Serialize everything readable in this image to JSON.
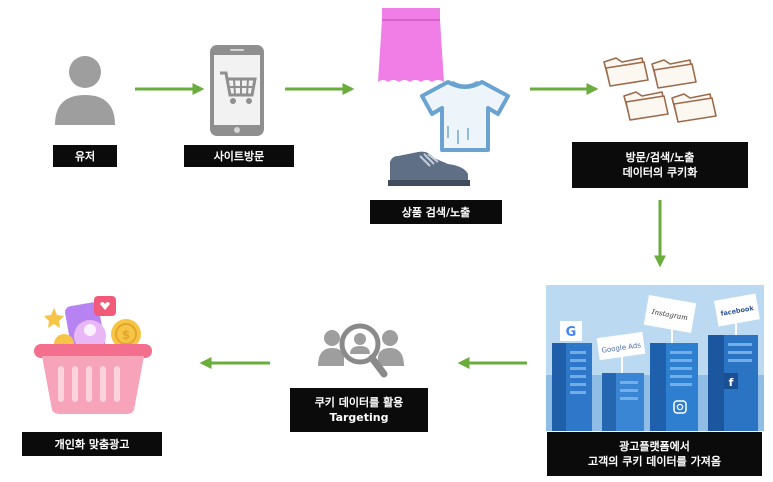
{
  "nodes": {
    "user": {
      "label": "유저"
    },
    "site_visit": {
      "label": "사이트방문"
    },
    "product_search": {
      "label": "상품 검색/노출"
    },
    "cookie": {
      "line1": "방문/검색/노출",
      "line2": "데이터의 쿠키화"
    },
    "ad_platform": {
      "line1": "광고플랫폼에서",
      "line2": "고객의 쿠키 데이터를 가져옴"
    },
    "targeting": {
      "line1": "쿠키 데이터를 활용",
      "line2": "Targeting"
    },
    "personal_ad": {
      "label": "개인화 맞춤광고"
    }
  },
  "buildings": {
    "google_ads": "Google Ads",
    "instagram": "Instagram",
    "facebook": "facebook"
  },
  "colors": {
    "arrow": "#6aad3d",
    "label_bg": "#0b0b0b",
    "icon_gray": "#9e9e9e",
    "pink_skirt": "#f07ee6",
    "basket_pink": "#f7a3b9"
  }
}
